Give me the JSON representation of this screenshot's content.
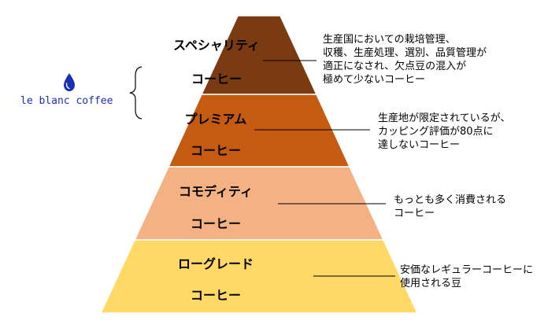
{
  "brand": {
    "name": "le blanc coffee",
    "icon": "drop-icon",
    "color": "#1a2fb8"
  },
  "tiers": [
    {
      "id": "specialty",
      "name": "スペシャリティ",
      "suffix": "コーヒー",
      "color": "#7a3b12",
      "note": "生産国においての栽培管理、\n収穫、生産処理、選別、品質管理が\n適正になされ、欠点豆の混入が\n極めて少ないコーヒー"
    },
    {
      "id": "premium",
      "name": "プレミアム",
      "suffix": "コーヒー",
      "color": "#c55a11",
      "note": "生産地が限定されているが、\nカッピング評価が80点に\n達しないコーヒー"
    },
    {
      "id": "commodity",
      "name": "コモディティ",
      "suffix": "コーヒー",
      "color": "#f4b183",
      "note": "もっとも多く消費される\nコーヒー"
    },
    {
      "id": "low-grade",
      "name": "ローグレード",
      "suffix": "コーヒー",
      "color": "#ffd966",
      "note": "安価なレギュラーコーヒーに\n使用される豆"
    }
  ]
}
